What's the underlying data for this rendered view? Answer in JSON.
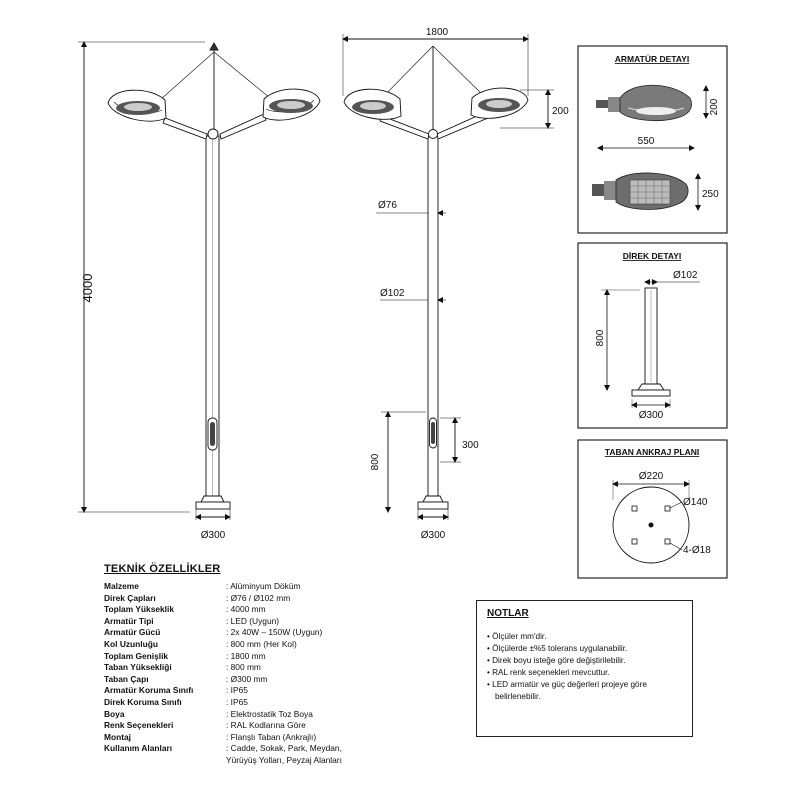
{
  "drawing": {
    "dims": {
      "total_height": "4000",
      "total_width": "1800",
      "lamp_height": "200",
      "pole_top_diameter": "Ø76",
      "pole_bottom_diameter": "Ø102",
      "base_height": "800",
      "door_height": "300",
      "base_diameter_left": "Ø300",
      "base_diameter_right": "Ø300"
    },
    "armature_detail": {
      "title": "ARMATÜR DETAYI",
      "height": "200",
      "length": "550",
      "width": "250"
    },
    "pole_detail": {
      "title": "DİREK DETAYI",
      "diameter": "Ø102",
      "height": "800",
      "base": "Ø300"
    },
    "anchor_plan": {
      "title": "TABAN ANKRAJ PLANI",
      "outer": "Ø220",
      "bolt_circle": "Ø140",
      "holes": "4-Ø18"
    }
  },
  "specs": {
    "title": "TEKNİK ÖZELLİKLER",
    "rows": [
      {
        "key": "Malzeme",
        "value": ": Alüminyum Döküm"
      },
      {
        "key": "Direk Çapları",
        "value": ": Ø76 / Ø102 mm"
      },
      {
        "key": "Toplam Yükseklik",
        "value": ": 4000 mm"
      },
      {
        "key": "Armatür Tipi",
        "value": ": LED (Uygun)"
      },
      {
        "key": "Armatür Gücü",
        "value": ": 2x 40W – 150W (Uygun)"
      },
      {
        "key": "Kol Uzunluğu",
        "value": ": 800 mm (Her Kol)"
      },
      {
        "key": "Toplam Genişlik",
        "value": ": 1800 mm"
      },
      {
        "key": "Taban Yüksekliği",
        "value": ": 800 mm"
      },
      {
        "key": "Taban Çapı",
        "value": ": Ø300 mm"
      },
      {
        "key": "Armatür Koruma Sınıfı",
        "value": ": IP65"
      },
      {
        "key": "Direk Koruma Sınıfı",
        "value": ": IP65"
      },
      {
        "key": "Boya",
        "value": ": Elektrostatik Toz Boya"
      },
      {
        "key": "Renk Seçenekleri",
        "value": ": RAL Kodlarına Göre"
      },
      {
        "key": "Montaj",
        "value": ": Flanşlı Taban (Ankrajlı)"
      },
      {
        "key": "Kullanım Alanları",
        "value": ": Cadde, Sokak, Park, Meydan,\n  Yürüyüş Yolları, Peyzaj Alanları"
      }
    ]
  },
  "notes": {
    "title": "NOTLAR",
    "items": [
      "• Ölçüler mm'dir.",
      "• Ölçülerde ±%5 tolerans uygulanabilir.",
      "• Direk boyu isteğe göre değiştirilebilir.",
      "• RAL renk seçenekleri mevcuttur.",
      "• LED armatür ve güç değerleri projeye göre belirlenebilir."
    ]
  }
}
